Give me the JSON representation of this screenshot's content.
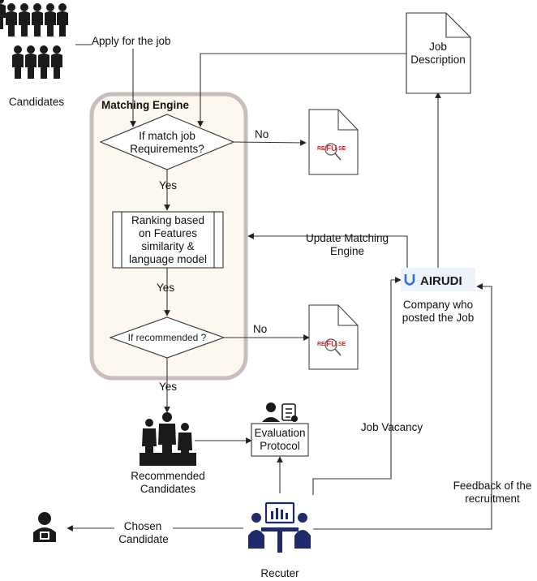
{
  "candidates": {
    "label": "Candidates"
  },
  "apply_label": "Apply for the job",
  "engine": {
    "title": "Matching Engine"
  },
  "decision_match": {
    "line1": "If match job",
    "line2": "Requirements?"
  },
  "no_label": "No",
  "yes_label": "Yes",
  "refuse_doc": {
    "pre": "RE",
    "mid": "FU",
    "post": "SE"
  },
  "ranking": {
    "line1": "Ranking based",
    "line2": "on Features",
    "line3": "similarity &",
    "line4": "language model"
  },
  "decision_recommended": {
    "label": "If recommended ?"
  },
  "job_description": {
    "line1": "Job",
    "line2": "Description"
  },
  "update_label": {
    "line1": "Update Matching",
    "line2": "Engine"
  },
  "company_logo": {
    "text": "AIRUDI"
  },
  "company": {
    "line1": "Company who",
    "line2": "posted the Job"
  },
  "recommended": {
    "line1": "Recommended",
    "line2": "Candidates"
  },
  "evaluation": {
    "line1": "Evaluation",
    "line2": "Protocol"
  },
  "job_vacancy_label": "Job Vacancy",
  "feedback_label": {
    "line1": "Feedback of the",
    "line2": "recruitment"
  },
  "chosen_label": {
    "line1": "Chosen",
    "line2": "Candidate"
  },
  "recruiter": {
    "label": "Recuter"
  },
  "colors": {
    "engine_fill": "#fdf8ef",
    "engine_border": "#c9bcbc",
    "airudi_blue": "#2f6fd0",
    "refuse_red": "#e02020",
    "icon_dark": "#1a1a1a",
    "recruiter_navy": "#1f2a6b"
  }
}
